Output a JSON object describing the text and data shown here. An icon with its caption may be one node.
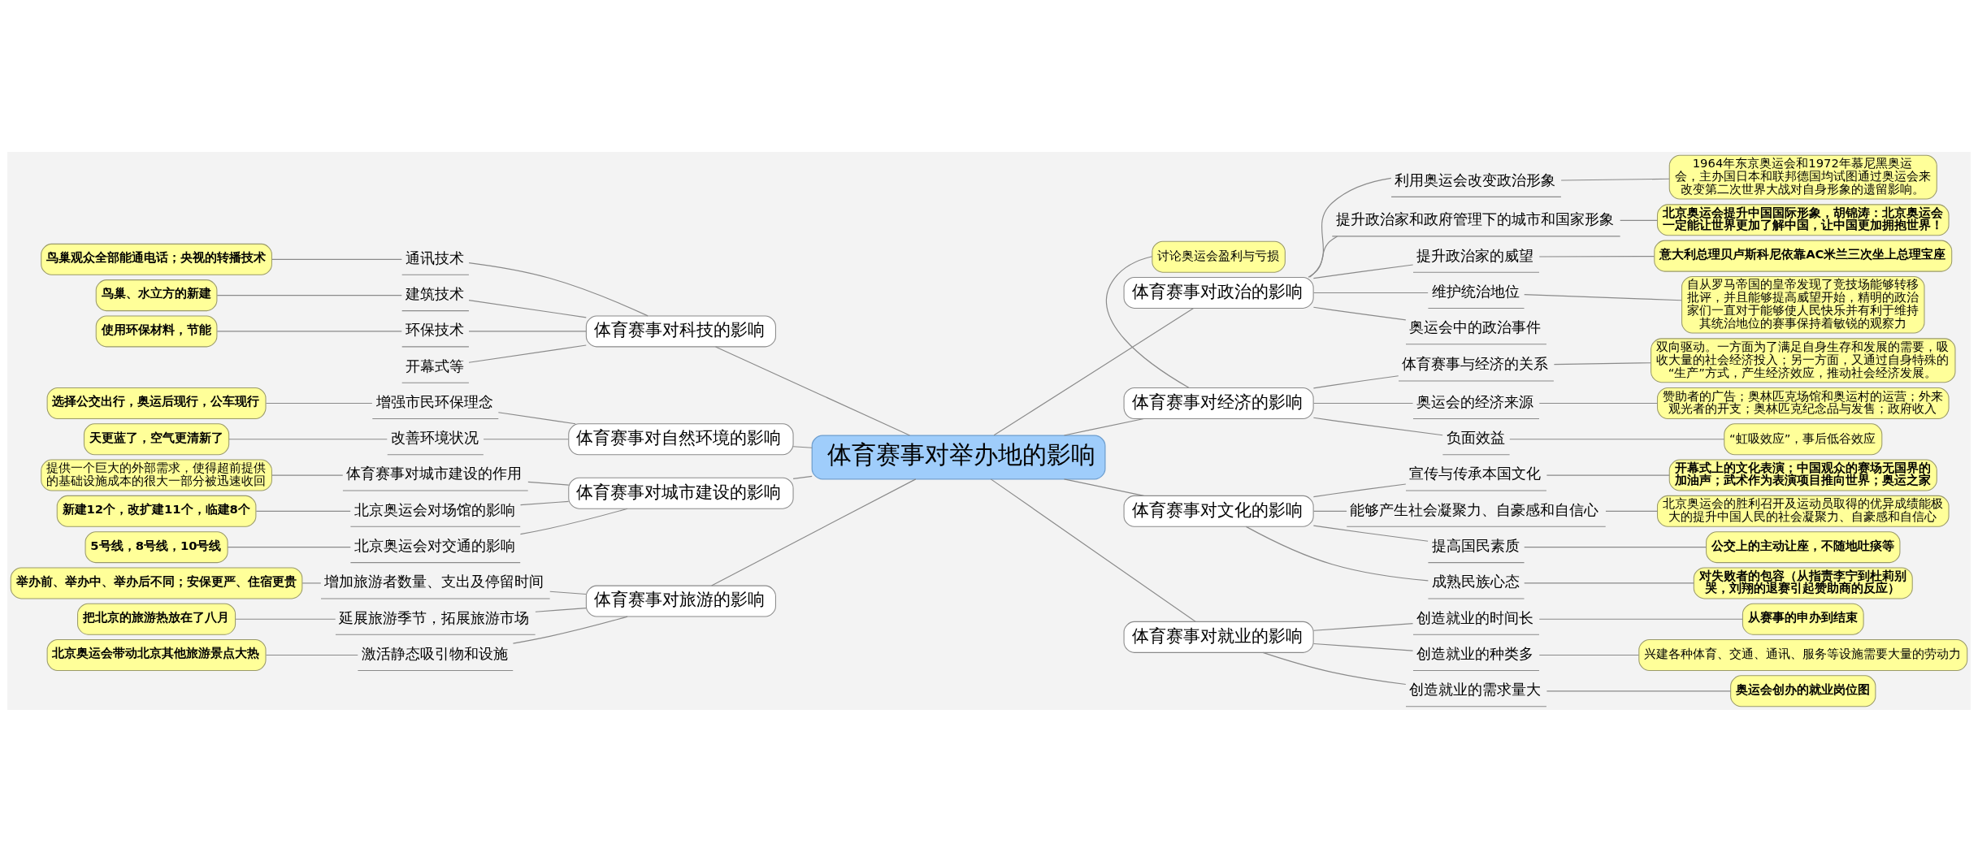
{
  "diagram": {
    "nodes": [
      {
        "text": [
          "体育赛事对举办地的影响"
        ]
      },
      {
        "text": [
          "体育赛事对政治的影响"
        ]
      },
      {
        "text": [
          "1964年东京奥运会和1972年慕尼黑奥运会，主办国日本和联邦德国均试图通过奥运会来改变第二次世界大战对自身形象的遗留影响。"
        ]
      },
      {
        "text": [
          "利用奥运会改变政治形象"
        ]
      },
      {
        "text": [
          "北京奥运会提升中国国际形象，胡锦涛：北京奥运会一定能让世界更加了解中国，让中国更加拥抱世界！"
        ]
      },
      {
        "text": [
          "提升政治家和政府管理下的城市和国家形象"
        ]
      },
      {
        "text": [
          "意大利总理贝卢斯科尼依靠AC米兰三次坐上总理宝座"
        ]
      },
      {
        "text": [
          "提升政治家的威望"
        ]
      },
      {
        "text": [
          "自从罗马帝国的皇帝发现了竞技场能够转移批评，并且能够提高威望开始，精明的政治家们一直对于能够使人民快乐并有利于维持其统治地位的赛事保持着敏锐的观察力"
        ]
      },
      {
        "text": [
          "维护统治地位"
        ]
      },
      {
        "text": [
          "奥运会中的政治事件"
        ]
      },
      {
        "text": [
          "讨论奥运会盈利与亏损"
        ]
      },
      {
        "text": [
          "体育赛事对经济的影响"
        ]
      },
      {
        "text": [
          "双向驱动。一方面为了满足自身生存和发展的需要，吸收大量的社会经济投入；另一方面，又通过自身特殊的“生产”方式，产生经济效应，推动社会经济发展。"
        ]
      },
      {
        "text": [
          "体育赛事与经济的关系"
        ]
      },
      {
        "text": [
          "赞助者的广告；奥林匹克场馆和奥运村的运营；外来观光者的开支；奥林匹克纪念品与发售；政府收入"
        ]
      },
      {
        "text": [
          "奥运会的经济来源"
        ]
      },
      {
        "text": [
          "“虹吸效应”，事后低谷效应"
        ]
      },
      {
        "text": [
          "负面效益"
        ]
      },
      {
        "text": [
          "体育赛事对文化的影响"
        ]
      },
      {
        "text": [
          "开幕式上的文化表演；中国观众的赛场无国界的加油声；武术作为表演项目推向世界；奥运之家"
        ]
      },
      {
        "text": [
          "宣传与传承本国文化"
        ]
      },
      {
        "text": [
          "北京奥运会的胜利召开及运动员取得的优异成绩能极大的提升中国人民的社会凝聚力、自豪感和自信心"
        ]
      },
      {
        "text": [
          "能够产生社会凝聚力、自豪感和自信心"
        ]
      },
      {
        "text": [
          "公交上的主动让座，不随地吐痰等"
        ]
      },
      {
        "text": [
          "提高国民素质"
        ]
      },
      {
        "text": [
          "对失败者的包容（从指责李宁到杜莉别哭，刘翔的退赛引起赞助商的反应）"
        ]
      },
      {
        "text": [
          "成熟民族心态"
        ]
      },
      {
        "text": [
          "体育赛事对就业的影响"
        ]
      },
      {
        "text": [
          "从赛事的申办到结束"
        ]
      },
      {
        "text": [
          "创造就业的时间长"
        ]
      },
      {
        "text": [
          "兴建各种体育、交通、通讯、服务等设施需要大量的劳动力"
        ]
      },
      {
        "text": [
          "创造就业的种类多"
        ]
      },
      {
        "text": [
          "奥运会创办的就业岗位图"
        ]
      },
      {
        "text": [
          "创造就业的需求量大"
        ]
      },
      {
        "text": [
          "体育赛事对科技的影响"
        ]
      },
      {
        "text": [
          "鸟巢观众全部能通电话；央视的转播技术"
        ]
      },
      {
        "text": [
          "通讯技术"
        ]
      },
      {
        "text": [
          "鸟巢、水立方的新建"
        ]
      },
      {
        "text": [
          "建筑技术"
        ]
      },
      {
        "text": [
          "使用环保材料，节能"
        ]
      },
      {
        "text": [
          "环保技术"
        ]
      },
      {
        "text": [
          "开幕式等"
        ]
      },
      {
        "text": [
          "体育赛事对自然环境的影响"
        ]
      },
      {
        "text": [
          "选择公交出行，奥运后现行，公车现行"
        ]
      },
      {
        "text": [
          "增强市民环保理念"
        ]
      },
      {
        "text": [
          "天更蓝了，空气更清新了"
        ]
      },
      {
        "text": [
          "改善环境状况"
        ]
      },
      {
        "text": [
          "体育赛事对城市建设的影响"
        ]
      },
      {
        "text": [
          "提供一个巨大的外部需求，使得超前提供的基础设施成本的很大一部分被迅速收回"
        ]
      },
      {
        "text": [
          "体育赛事对城市建设的作用"
        ]
      },
      {
        "text": [
          "新建12个，改扩建11个，临建8个"
        ]
      },
      {
        "text": [
          "北京奥运会对场馆的影响"
        ]
      },
      {
        "text": [
          "5号线，8号线，10号线"
        ]
      },
      {
        "text": [
          "北京奥运会对交通的影响"
        ]
      },
      {
        "text": [
          "体育赛事对旅游的影响"
        ]
      },
      {
        "text": [
          "举办前、举办中、举办后不同；安保更严、住宿更贵"
        ]
      },
      {
        "text": [
          "增加旅游者数量、支出及停留时间"
        ]
      },
      {
        "text": [
          "把北京的旅游热放在了八月"
        ]
      },
      {
        "text": [
          "延展旅游季节，拓展旅游市场"
        ]
      },
      {
        "text": [
          "北京奥运会带动北京其他旅游景点大热"
        ]
      },
      {
        "text": [
          "激活静态吸引物和设施"
        ]
      }
    ],
    "edges": [
      {
        "from": 0,
        "to": 1,
        "arrow": "none"
      },
      {
        "from": 1,
        "to": 3,
        "arrow": "none"
      },
      {
        "from": 3,
        "to": 2,
        "arrow": "none"
      },
      {
        "from": 1,
        "to": 5,
        "arrow": "none"
      },
      {
        "from": 5,
        "to": 4,
        "arrow": "none"
      },
      {
        "from": 1,
        "to": 7,
        "arrow": "none"
      },
      {
        "from": 7,
        "to": 6,
        "arrow": "none"
      },
      {
        "from": 1,
        "to": 9,
        "arrow": "none"
      },
      {
        "from": 9,
        "to": 8,
        "arrow": "none"
      },
      {
        "from": 1,
        "to": 10,
        "arrow": "none"
      },
      {
        "from": 0,
        "to": 12,
        "arrow": "none"
      },
      {
        "from": 11,
        "to": 12,
        "arrow": "none"
      },
      {
        "from": 12,
        "to": 14,
        "arrow": "none"
      },
      {
        "from": 14,
        "to": 13,
        "arrow": "none"
      },
      {
        "from": 12,
        "to": 16,
        "arrow": "none"
      },
      {
        "from": 16,
        "to": 15,
        "arrow": "none"
      },
      {
        "from": 12,
        "to": 18,
        "arrow": "none"
      },
      {
        "from": 18,
        "to": 17,
        "arrow": "none"
      },
      {
        "from": 0,
        "to": 19,
        "arrow": "none"
      },
      {
        "from": 19,
        "to": 21,
        "arrow": "none"
      },
      {
        "from": 21,
        "to": 20,
        "arrow": "none"
      },
      {
        "from": 19,
        "to": 23,
        "arrow": "none"
      },
      {
        "from": 23,
        "to": 22,
        "arrow": "none"
      },
      {
        "from": 19,
        "to": 25,
        "arrow": "none"
      },
      {
        "from": 25,
        "to": 24,
        "arrow": "none"
      },
      {
        "from": 19,
        "to": 27,
        "arrow": "none"
      },
      {
        "from": 27,
        "to": 26,
        "arrow": "none"
      },
      {
        "from": 0,
        "to": 28,
        "arrow": "none"
      },
      {
        "from": 28,
        "to": 30,
        "arrow": "none"
      },
      {
        "from": 30,
        "to": 29,
        "arrow": "none"
      },
      {
        "from": 28,
        "to": 32,
        "arrow": "none"
      },
      {
        "from": 32,
        "to": 31,
        "arrow": "none"
      },
      {
        "from": 28,
        "to": 34,
        "arrow": "none"
      },
      {
        "from": 34,
        "to": 33,
        "arrow": "none"
      },
      {
        "from": 35,
        "to": 0,
        "arrow": "none"
      },
      {
        "from": 37,
        "to": 35,
        "arrow": "none"
      },
      {
        "from": 36,
        "to": 37,
        "arrow": "none"
      },
      {
        "from": 39,
        "to": 35,
        "arrow": "none"
      },
      {
        "from": 38,
        "to": 39,
        "arrow": "none"
      },
      {
        "from": 41,
        "to": 35,
        "arrow": "none"
      },
      {
        "from": 40,
        "to": 41,
        "arrow": "none"
      },
      {
        "from": 42,
        "to": 35,
        "arrow": "none"
      },
      {
        "from": 43,
        "to": 0,
        "arrow": "none"
      },
      {
        "from": 45,
        "to": 43,
        "arrow": "none"
      },
      {
        "from": 44,
        "to": 45,
        "arrow": "none"
      },
      {
        "from": 47,
        "to": 43,
        "arrow": "none"
      },
      {
        "from": 46,
        "to": 47,
        "arrow": "none"
      },
      {
        "from": 48,
        "to": 0,
        "arrow": "none"
      },
      {
        "from": 50,
        "to": 48,
        "arrow": "none"
      },
      {
        "from": 49,
        "to": 50,
        "arrow": "none"
      },
      {
        "from": 52,
        "to": 48,
        "arrow": "none"
      },
      {
        "from": 51,
        "to": 52,
        "arrow": "none"
      },
      {
        "from": 54,
        "to": 48,
        "arrow": "none"
      },
      {
        "from": 53,
        "to": 54,
        "arrow": "none"
      },
      {
        "from": 55,
        "to": 0,
        "arrow": "none"
      },
      {
        "from": 57,
        "to": 55,
        "arrow": "none"
      },
      {
        "from": 56,
        "to": 57,
        "arrow": "none"
      },
      {
        "from": 59,
        "to": 55,
        "arrow": "none"
      },
      {
        "from": 58,
        "to": 59,
        "arrow": "none"
      },
      {
        "from": 61,
        "to": 55,
        "arrow": "none"
      },
      {
        "from": 60,
        "to": 61,
        "arrow": "none"
      }
    ]
  }
}
